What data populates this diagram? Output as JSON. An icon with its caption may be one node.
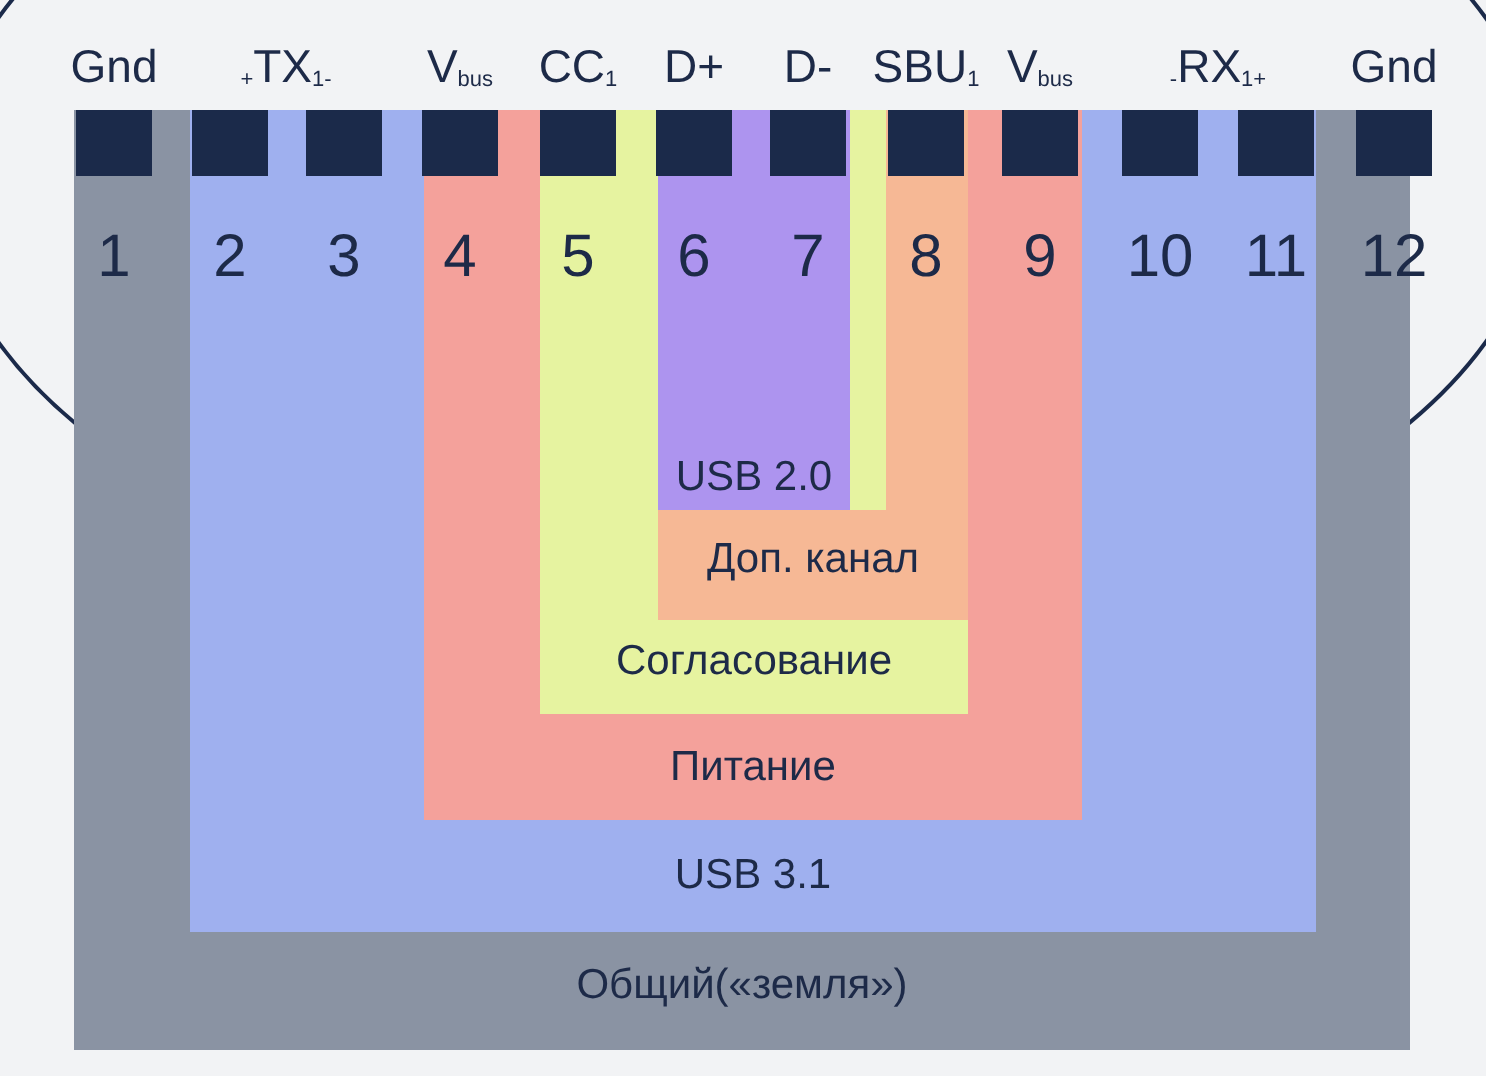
{
  "diagram": {
    "nodes": [
      {
        "text": [
          "Общий(«земля»)"
        ]
      },
      {
        "text": [
          "USB 3.1"
        ],
        "in": 0
      },
      {
        "text": [
          "Питание"
        ],
        "in": 1
      },
      {
        "text": [
          "Согласование"
        ],
        "in": 2
      },
      {
        "text": [
          "Доп. канал"
        ],
        "in": 3
      },
      {
        "text": [
          "USB 2.0"
        ],
        "in": 4
      }
    ],
    "edges": [],
    "labels": [
      "Gnd",
      "$_{+}$TX$_{1}$$_{-}$",
      "V$_{bus}$",
      "CC$_{1}$",
      "D+",
      "D-",
      "SBU$_{1}$",
      "V$_{bus}$",
      "$_{-}$RX$_{1}$$_{+}$",
      "Gnd",
      "1",
      "2",
      "3",
      "4",
      "5",
      "6",
      "7",
      "8",
      "9",
      "10",
      "11",
      "12"
    ]
  }
}
